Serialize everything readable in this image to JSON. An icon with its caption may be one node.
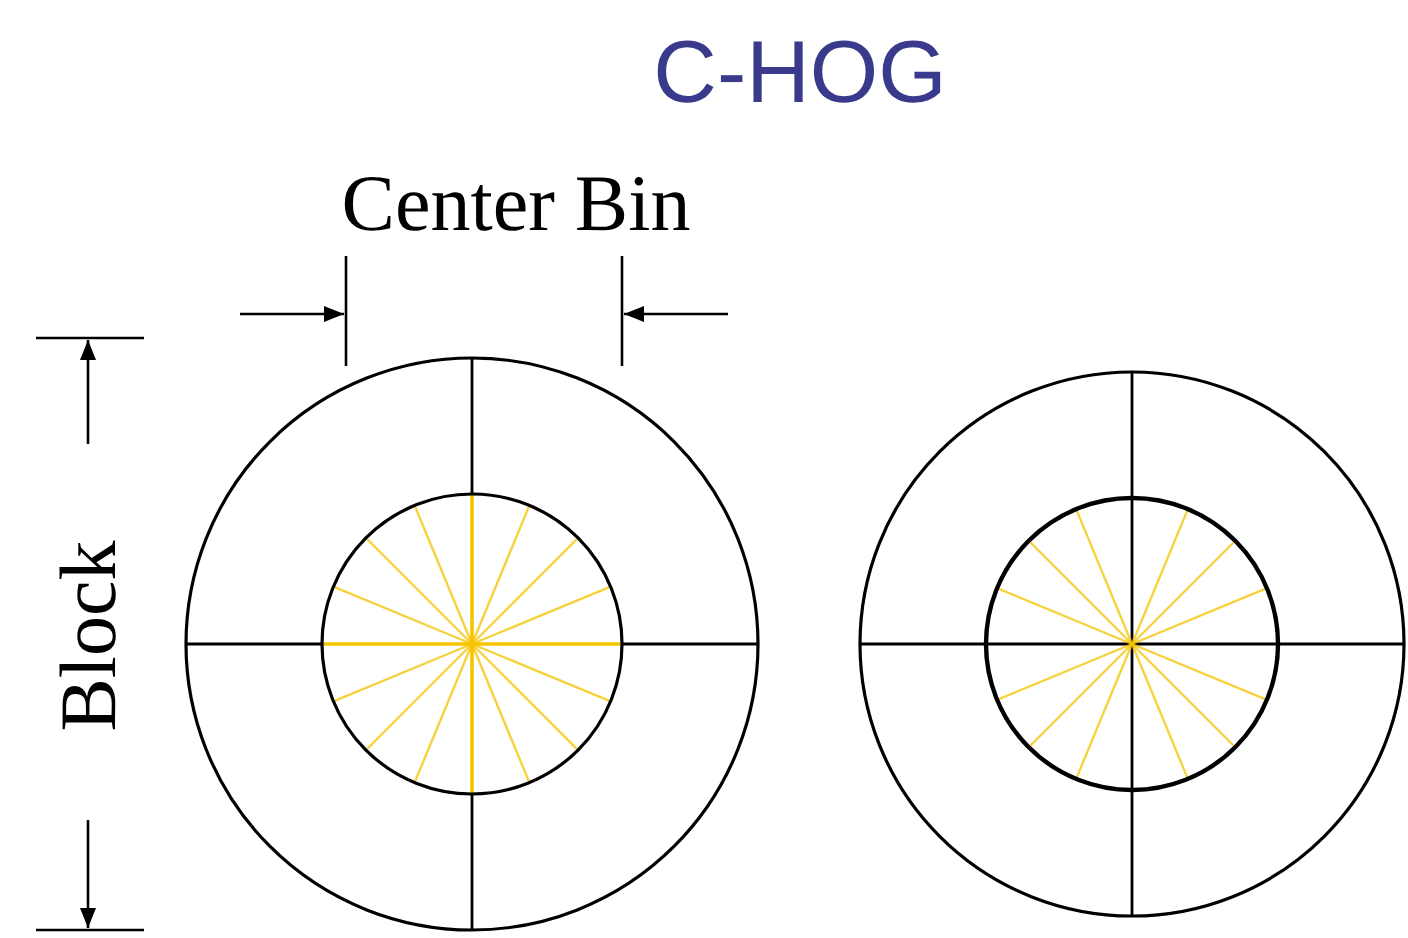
{
  "diagram": {
    "title": "C-HOG",
    "labels": [
      "Center Bin",
      "Block"
    ]
  }
}
